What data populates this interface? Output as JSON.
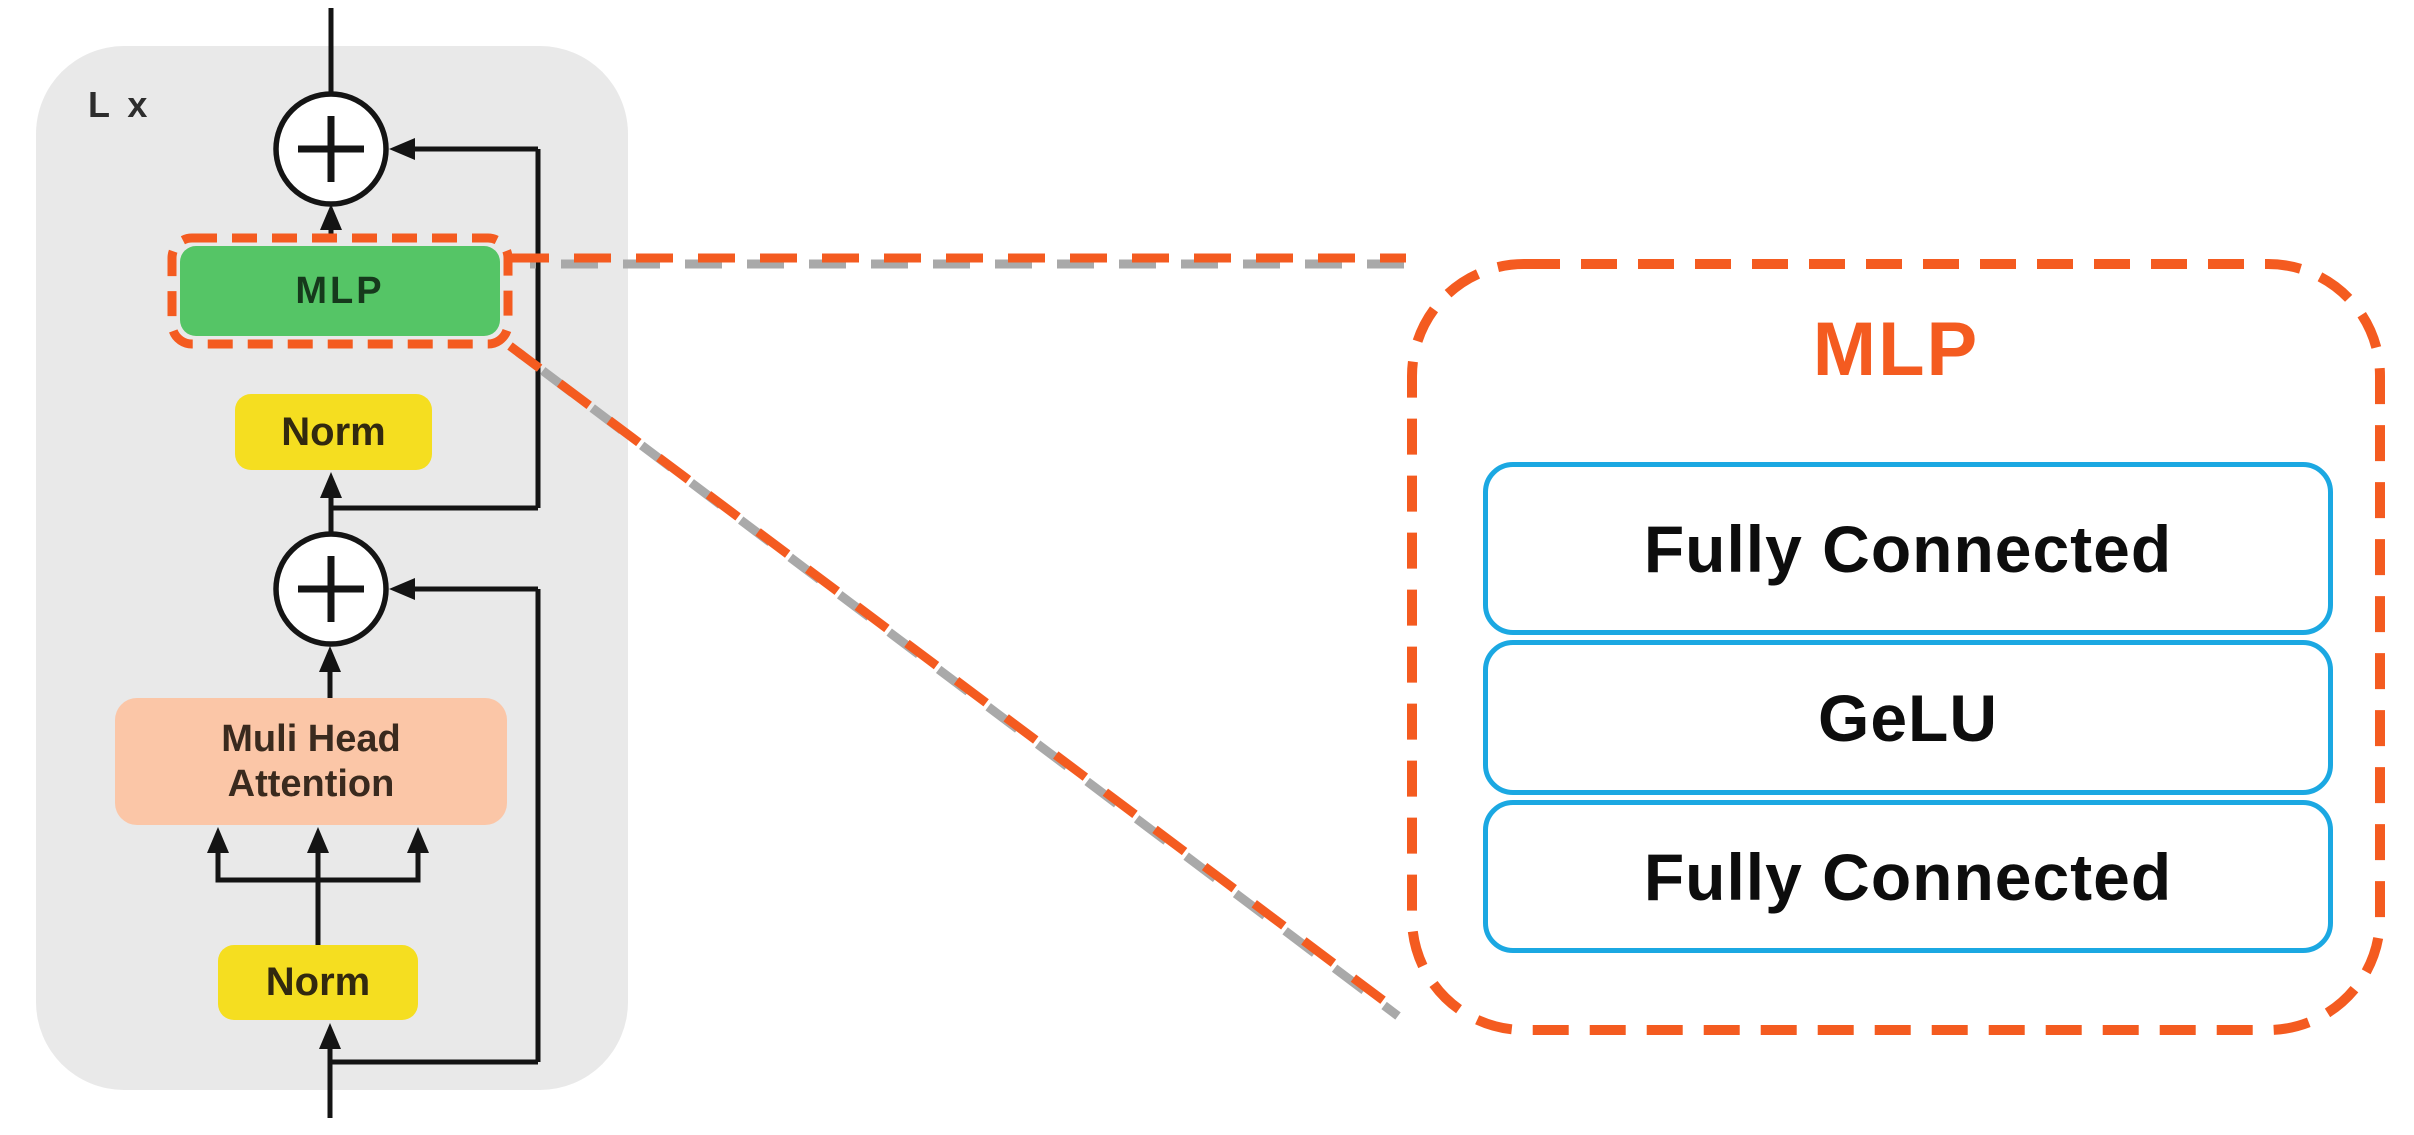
{
  "transformer_block": {
    "repeat_label": "L x",
    "add_symbol": "+",
    "nodes": {
      "mlp": "MLP",
      "norm_top": "Norm",
      "attention_line1": "Muli Head",
      "attention_line2": "Attention",
      "norm_bottom": "Norm"
    }
  },
  "mlp_zoom_panel": {
    "title": "MLP",
    "layers": [
      "Fully Connected",
      "GeLU",
      "Fully Connected"
    ]
  },
  "colors": {
    "panel_gray": "#E9E9E9",
    "mlp_green": "#55C566",
    "norm_yellow": "#F5DE20",
    "attention_peach": "#FBC6A7",
    "accent_orange": "#F45B20",
    "layer_border_cyan": "#1BA8E2",
    "wire_black": "#141414",
    "connector_shadow_gray": "#A9A9A9"
  }
}
